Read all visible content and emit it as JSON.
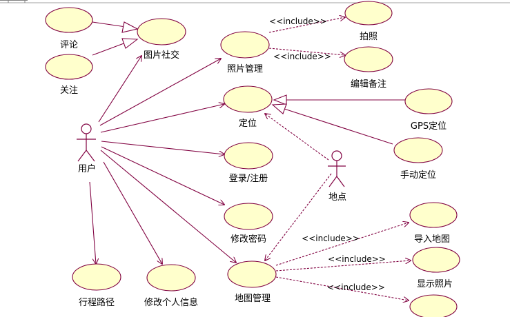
{
  "diagram": {
    "use_cases": {
      "comment": "评论",
      "follow": "关注",
      "photo_social": "图片社交",
      "photo_manage": "照片管理",
      "take_photo": "拍照",
      "edit_note": "编辑备注",
      "locate": "定位",
      "gps_locate": "GPS定位",
      "manual_locate": "手动定位",
      "login_register": "登录/注册",
      "change_password": "修改密码",
      "map_manage": "地图管理",
      "import_map": "导入地图",
      "show_photo": "显示照片",
      "route": "行程路径",
      "edit_profile": "修改个人信息"
    },
    "actors": {
      "user": "用户",
      "place": "地点"
    },
    "stereotypes": {
      "include_1": "<<include>>",
      "include_2": "<<include>>",
      "include_3": "<<include>>",
      "include_4": "<<include>>",
      "include_5": "<<include>>"
    },
    "colors": {
      "usecase_fill": "#FFFFCC",
      "line": "#800040",
      "text": "#000000"
    }
  }
}
